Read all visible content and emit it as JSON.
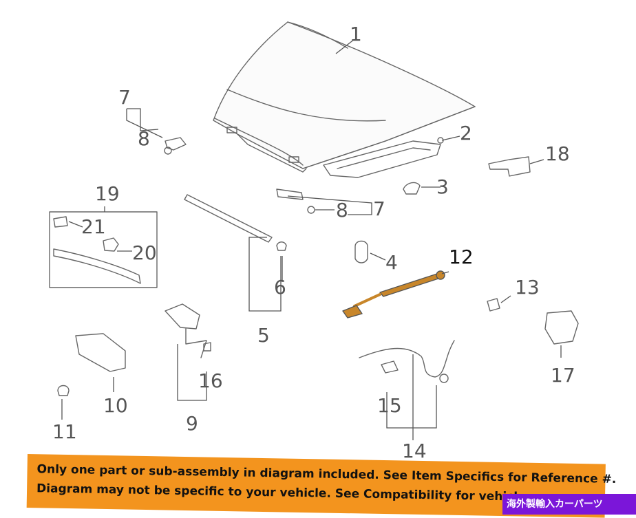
{
  "callouts": [
    {
      "id": "callout-1",
      "label": "1"
    },
    {
      "id": "callout-2",
      "label": "2"
    },
    {
      "id": "callout-3",
      "label": "3"
    },
    {
      "id": "callout-4",
      "label": "4"
    },
    {
      "id": "callout-5",
      "label": "5"
    },
    {
      "id": "callout-6",
      "label": "6"
    },
    {
      "id": "callout-7a",
      "label": "7"
    },
    {
      "id": "callout-8a",
      "label": "8"
    },
    {
      "id": "callout-8b",
      "label": "8"
    },
    {
      "id": "callout-7b",
      "label": "7"
    },
    {
      "id": "callout-9",
      "label": "9"
    },
    {
      "id": "callout-10",
      "label": "10"
    },
    {
      "id": "callout-11",
      "label": "11"
    },
    {
      "id": "callout-12",
      "label": "12"
    },
    {
      "id": "callout-13",
      "label": "13"
    },
    {
      "id": "callout-14",
      "label": "14"
    },
    {
      "id": "callout-15",
      "label": "15"
    },
    {
      "id": "callout-16",
      "label": "16"
    },
    {
      "id": "callout-17",
      "label": "17"
    },
    {
      "id": "callout-18",
      "label": "18"
    },
    {
      "id": "callout-19",
      "label": "19"
    },
    {
      "id": "callout-20",
      "label": "20"
    },
    {
      "id": "callout-21",
      "label": "21"
    }
  ],
  "highlighted_part": "12",
  "banner": {
    "line1": "Only one part or sub-assembly in diagram included. See Item Specifics for Reference #.",
    "line2": "Diagram may not be specific to your vehicle. See Compatibility for vehicle-spec"
  },
  "tag": "海外製輸入カーパーツ",
  "colors": {
    "line": "#666666",
    "highlight": "#c8862a",
    "banner": "#f3941e",
    "tag": "#7b16d9"
  }
}
